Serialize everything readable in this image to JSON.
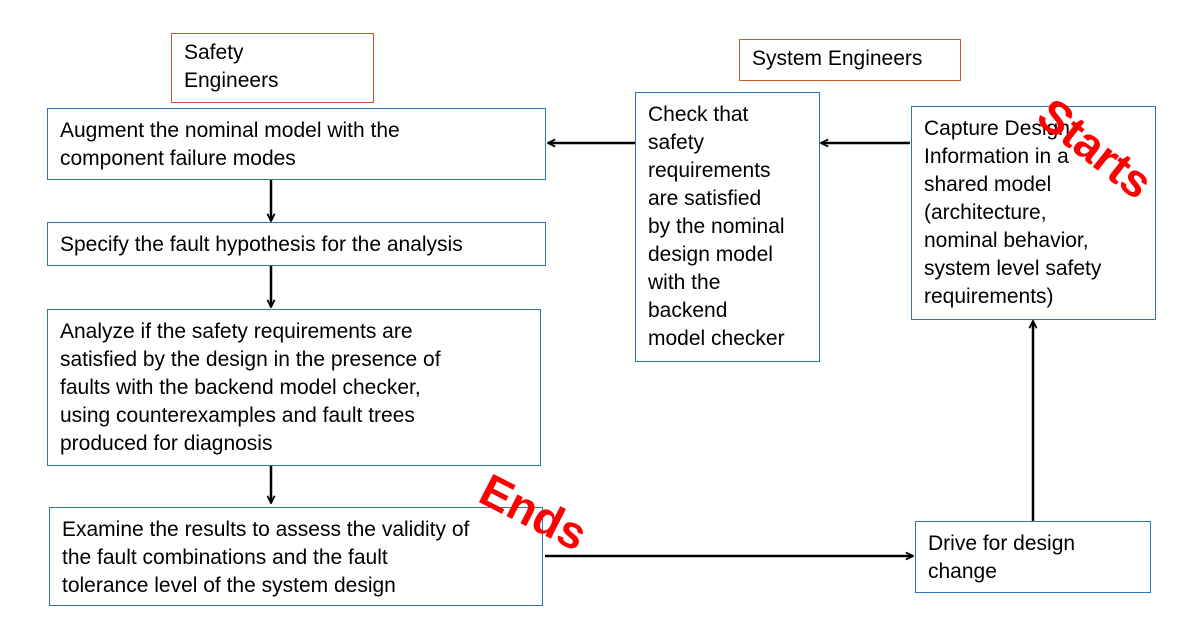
{
  "roles": {
    "safety": "Safety\nEngineers",
    "system": "System Engineers"
  },
  "steps": {
    "augment": "Augment the nominal model with the\ncomponent failure modes",
    "specify": "Specify the fault hypothesis for the analysis",
    "analyze": "Analyze if the safety requirements are\nsatisfied by the design in the presence of\nfaults with the backend model checker,\nusing counterexamples and fault trees\nproduced for diagnosis",
    "examine": "Examine the results to assess the validity of\nthe fault combinations and the fault\ntolerance level of the system design",
    "check": "Check that\nsafety\nrequirements\nare satisfied\nby the nominal\ndesign model\nwith the\nbackend\nmodel checker",
    "capture": "Capture Design\nInformation in a\nshared model\n(architecture,\nnominal behavior,\nsystem level safety\nrequirements)",
    "drive": "Drive for design\nchange"
  },
  "markers": {
    "starts": "Starts",
    "ends": "Ends"
  },
  "colors": {
    "box_border": "#2e75b6",
    "role_border": "#c55a28",
    "marker": "#ff0000",
    "arrow": "#000000"
  }
}
